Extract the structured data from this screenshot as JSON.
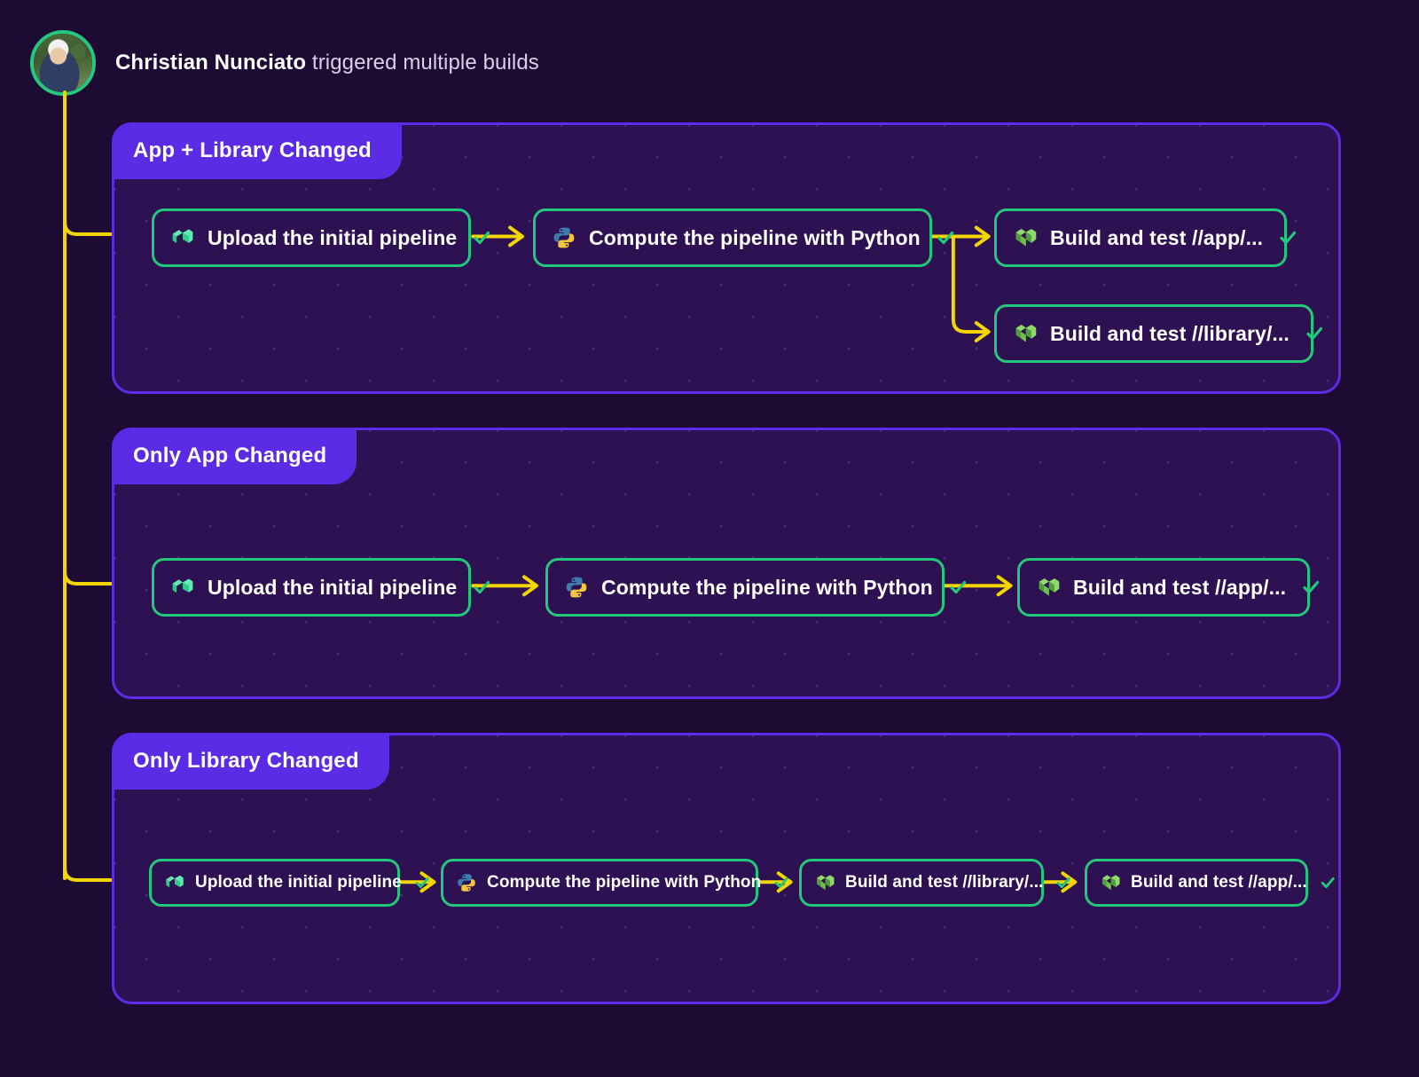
{
  "header": {
    "user_name": "Christian Nunciato",
    "action_text": " triggered multiple builds",
    "avatar_name": "user-avatar"
  },
  "colors": {
    "page_background": "#1d0b33",
    "panel_background": "#2d1152",
    "panel_border": "#5b2be6",
    "tab_background": "#5b2be6",
    "node_border": "#22c87c",
    "wire": "#f2d600",
    "check": "#22c87c",
    "text": "#ffffff",
    "dot_grid": "#4a2a73"
  },
  "groups": [
    {
      "title": "App + Library Changed",
      "nodes": [
        {
          "label": "Upload the initial pipeline",
          "icon": "bazel-cube-icon",
          "status": "check"
        },
        {
          "label": "Compute the pipeline with Python",
          "icon": "python-icon",
          "status": "check"
        },
        {
          "label": "Build and test //app/...",
          "icon": "bazel-cube-icon",
          "status": "check"
        },
        {
          "label": "Build and test //library/...",
          "icon": "bazel-cube-icon",
          "status": "check"
        }
      ]
    },
    {
      "title": "Only App Changed",
      "nodes": [
        {
          "label": "Upload the initial pipeline",
          "icon": "bazel-cube-icon",
          "status": "check"
        },
        {
          "label": "Compute the pipeline with Python",
          "icon": "python-icon",
          "status": "check"
        },
        {
          "label": "Build and test //app/...",
          "icon": "bazel-cube-icon",
          "status": "check"
        }
      ]
    },
    {
      "title": "Only Library Changed",
      "nodes": [
        {
          "label": "Upload the initial pipeline",
          "icon": "bazel-cube-icon",
          "status": "check"
        },
        {
          "label": "Compute the pipeline with Python",
          "icon": "python-icon",
          "status": "check"
        },
        {
          "label": "Build and test //library/...",
          "icon": "bazel-cube-icon",
          "status": "check"
        },
        {
          "label": "Build and test //app/...",
          "icon": "bazel-cube-icon",
          "status": "check"
        }
      ]
    }
  ]
}
